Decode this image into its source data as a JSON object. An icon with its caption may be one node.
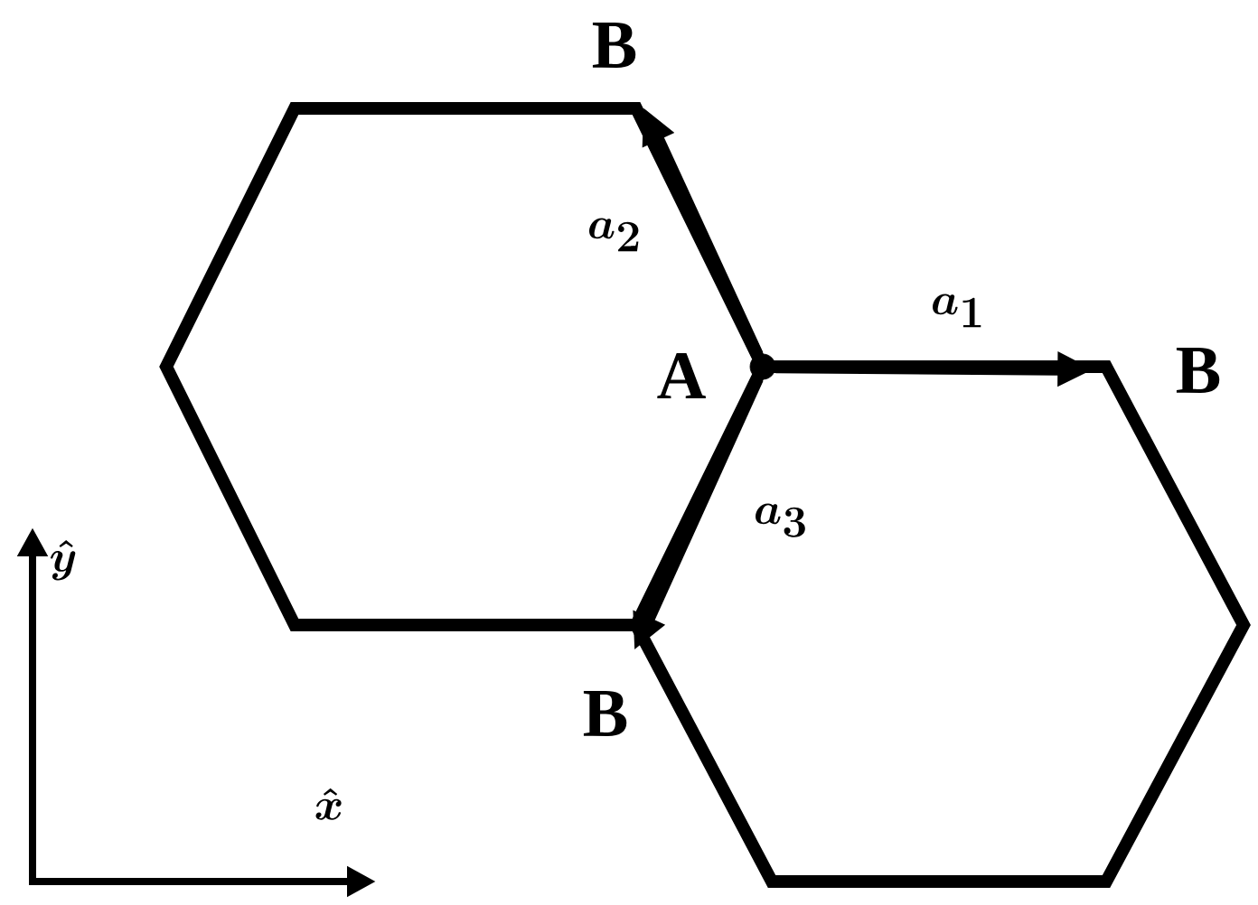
{
  "diagram": {
    "nodes": [
      {
        "text": [],
        "shape": "circle",
        "beside": [
          "A"
        ]
      },
      {
        "text": [
          "B"
        ]
      },
      {
        "text": [
          "B"
        ]
      },
      {
        "text": [
          "B"
        ]
      }
    ],
    "edges": [
      {
        "from": 0,
        "to": 1,
        "arrow": "to",
        "label": "a_1"
      },
      {
        "from": 0,
        "to": 2,
        "arrow": "to",
        "label": "a_2"
      },
      {
        "from": 0,
        "to": 3,
        "arrow": "to",
        "label": "a_3"
      }
    ],
    "labels": [
      "\\hat{y}",
      "\\hat{x}"
    ]
  }
}
